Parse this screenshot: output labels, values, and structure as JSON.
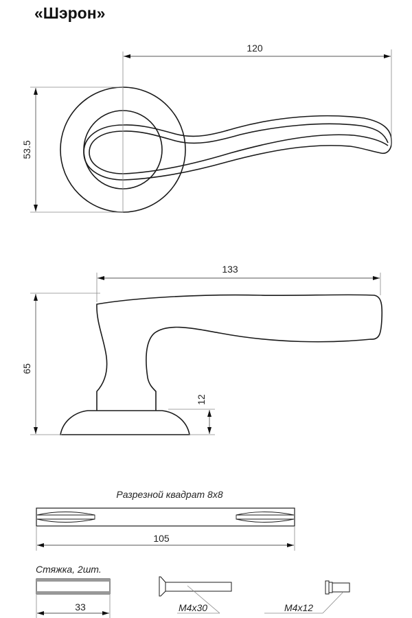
{
  "title": "«Шэрон»",
  "top_view": {
    "width_dim": "120",
    "height_dim": "53.5"
  },
  "side_view": {
    "length_dim": "133",
    "height_dim": "65",
    "rosette_dim": "12"
  },
  "spindle": {
    "label": "Разрезной квадрат 8x8",
    "length_dim": "105"
  },
  "tie": {
    "label": "Стяжка, 2шт.",
    "length_dim": "33"
  },
  "screws": [
    {
      "label": "M4x30"
    },
    {
      "label": "M4x12"
    }
  ]
}
